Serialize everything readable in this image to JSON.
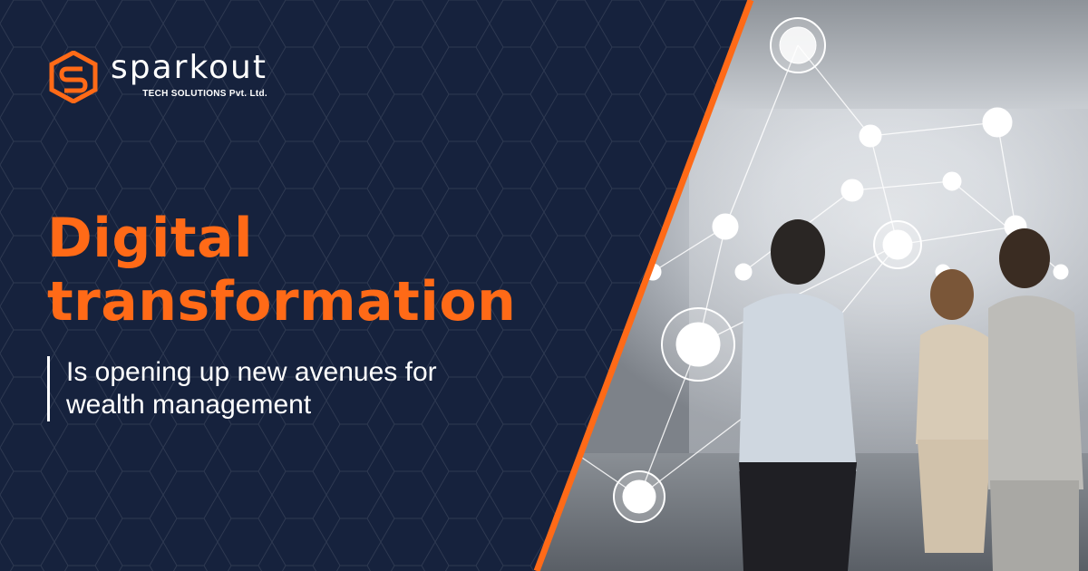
{
  "logo": {
    "brand": "sparkout",
    "tagline": "TECH SOLUTIONS Pvt. Ltd.",
    "icon": "sparkout-s-hexagon-icon"
  },
  "headline": {
    "line1": "Digital",
    "line2": "transformation"
  },
  "subtitle": {
    "line1": "Is opening up new avenues for",
    "line2": "wealth management"
  },
  "colors": {
    "background": "#16223d",
    "accent": "#ff6a17",
    "text": "#ffffff"
  }
}
